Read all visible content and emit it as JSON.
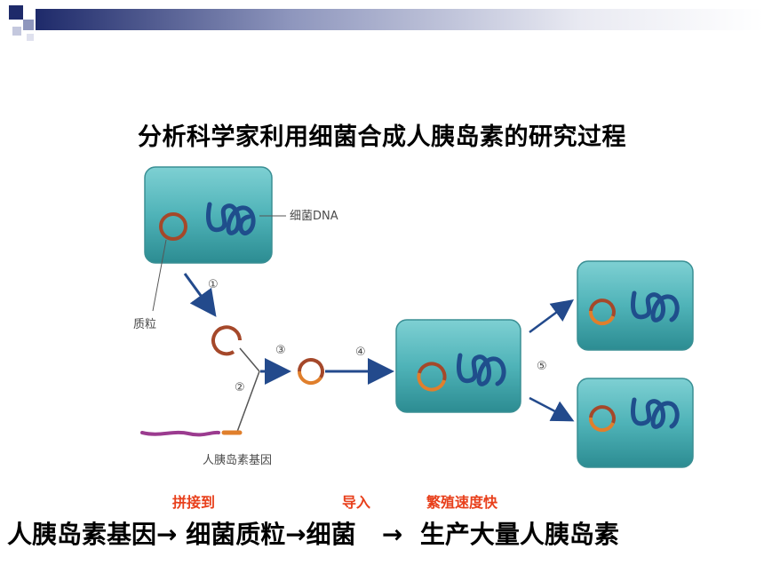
{
  "slide": {
    "title": "分析科学家利用细菌合成人胰岛素的研究过程"
  },
  "diagram": {
    "label_dna": "细菌DNA",
    "label_plasmid": "质粒",
    "label_gene": "人胰岛素基因",
    "steps": [
      "①",
      "②",
      "③",
      "④",
      "⑤"
    ]
  },
  "annotations": {
    "splice": "拼接到",
    "import": "导入",
    "fast_reproduction": "繁殖速度快"
  },
  "summary": {
    "part1": "人胰岛素基因→ 细菌质粒→细菌",
    "arrow": "→",
    "part2": "生产大量人胰岛素"
  },
  "colors": {
    "cell_fill": "#4fb3b8",
    "plasmid": "#a5482a",
    "dna": "#1f4e8c",
    "gene_purple": "#9b3b8f",
    "gene_orange": "#e07f2c",
    "arrow": "#234a8c",
    "red_text": "#e8401c"
  }
}
